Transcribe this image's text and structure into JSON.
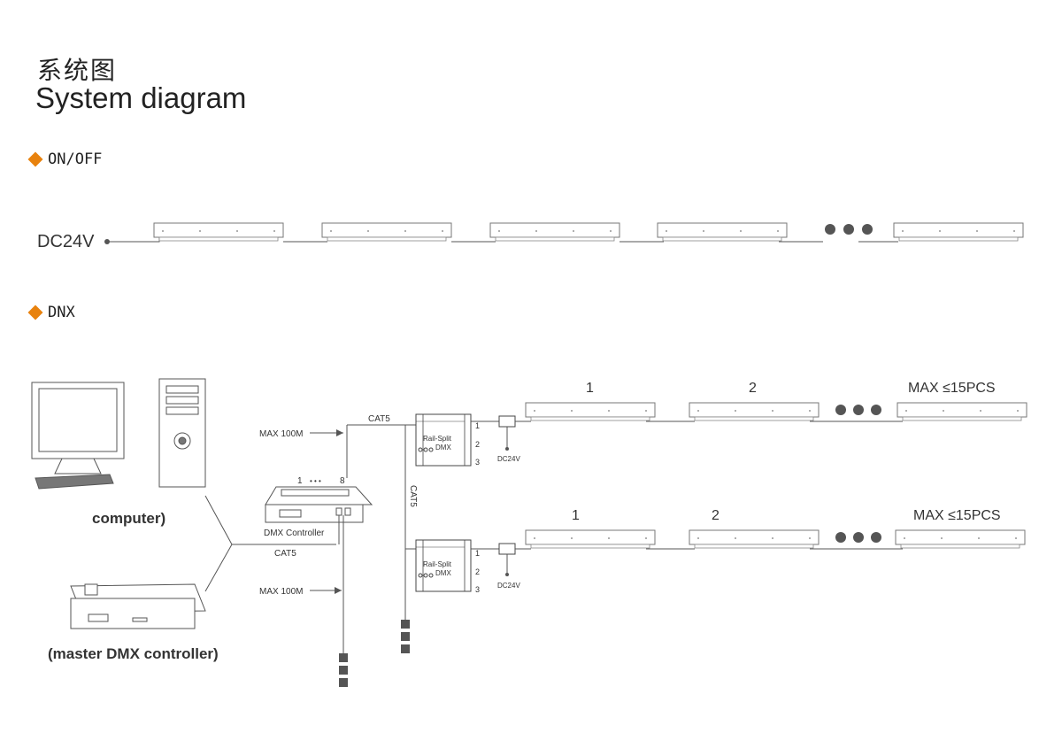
{
  "title": {
    "cn": "系统图",
    "en": "System diagram"
  },
  "sections": {
    "onoff": "ON/OFF",
    "dmx": "DNX"
  },
  "labels": {
    "dc24v_main": "DC24V",
    "computer": "computer)",
    "master": "(master DMX controller)",
    "dmx_controller": "DMX Controller",
    "ports_left": "1",
    "ports_dots": "• • •",
    "ports_right": "8",
    "max100m_1": "MAX 100M",
    "max100m_2": "MAX 100M",
    "cat5_top": "CAT5",
    "cat5_vertical": "CAT5",
    "cat5_bottom": "CAT5",
    "rail_split": "Rail-Split",
    "rail_dmx": "DMX",
    "port1": "1",
    "port2": "2",
    "port3": "3",
    "dc24v_small": "DC24V",
    "row1_n1": "1",
    "row1_n2": "2",
    "row1_max": "MAX ≤15PCS",
    "row2_n1": "1",
    "row2_n2": "2",
    "row2_max": "MAX ≤15PCS"
  },
  "colors": {
    "accent": "#e8820e",
    "line": "#555555",
    "dot": "#555555"
  }
}
